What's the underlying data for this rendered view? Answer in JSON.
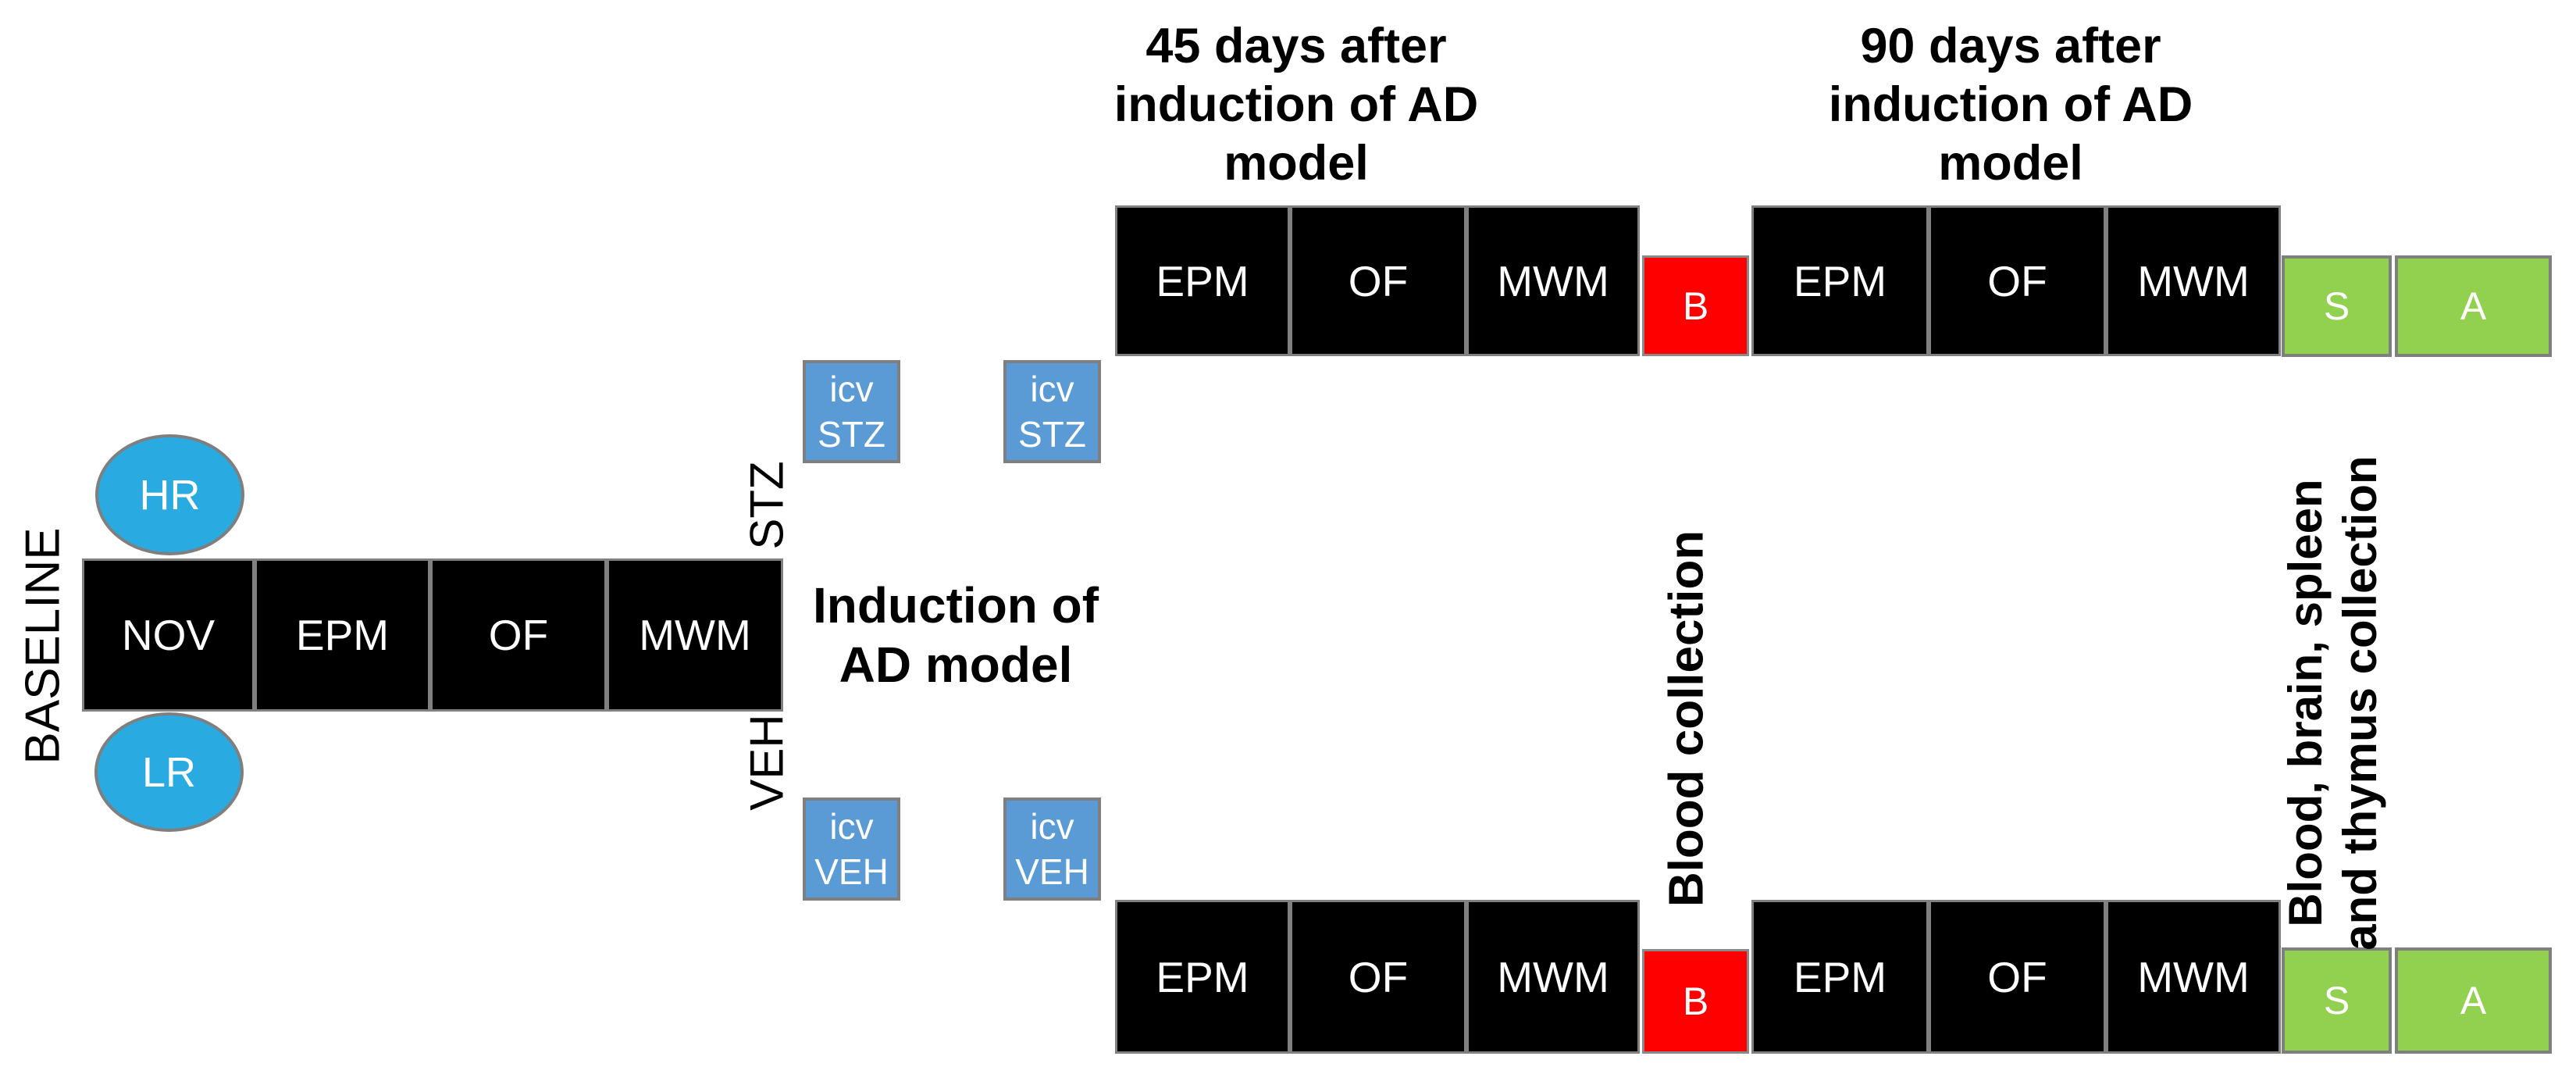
{
  "diagram": {
    "baseline": {
      "axis_label": "BASELINE",
      "hr_group": "HR",
      "lr_group": "LR",
      "tests": [
        "NOV",
        "EPM",
        "OF",
        "MWM"
      ]
    },
    "induction": {
      "title": [
        "Induction of",
        "AD model"
      ],
      "stz_branch_label": "STZ",
      "veh_branch_label": "VEH",
      "icv_word": "icv",
      "stz_word": "STZ",
      "veh_word": "VEH"
    },
    "phase_headers": {
      "day45": [
        "45 days after",
        "induction of AD",
        "model"
      ],
      "day90": [
        "90 days after",
        "induction of AD",
        "model"
      ]
    },
    "test_labels": {
      "epm": "EPM",
      "of": "OF",
      "mwm": "MWM",
      "blood": "B",
      "s": "S",
      "a": "A"
    },
    "annotations": {
      "blood_collection": "Blood collection",
      "final_collection": [
        "Blood, brain, spleen",
        "and thymus collection"
      ]
    },
    "colors": {
      "test_box": "#000000",
      "blood_box": "#FE0000",
      "terminal_box": "#92D050",
      "injection_box": "#5B9BD5",
      "group_ellipse": "#29ABE2",
      "box_border": "#808080"
    }
  }
}
